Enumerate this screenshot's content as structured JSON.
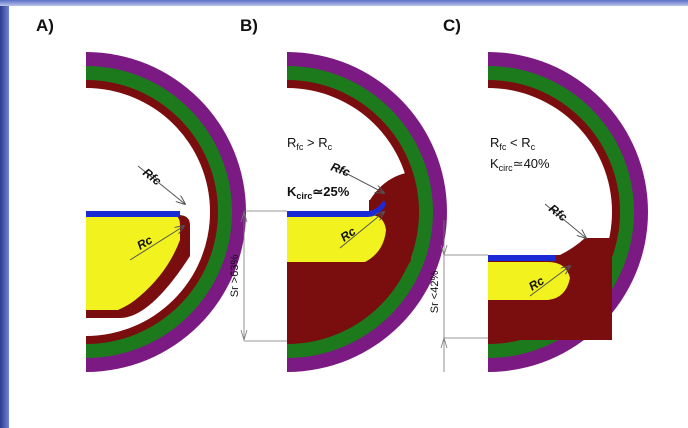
{
  "panels": {
    "a": {
      "letter": "A)",
      "rfc_label": "Rfc",
      "rc_label": "Rc"
    },
    "b": {
      "letter": "B)",
      "relation_main": "R",
      "relation_sub1": "fc",
      "relation_mid": " > R",
      "relation_sub2": "c",
      "k_main": "K",
      "k_sub": "circ",
      "k_value": "≃25%",
      "rfc_label": "Rfc",
      "rc_label": "Rc",
      "sr_label": "Sr >63%"
    },
    "c": {
      "letter": "C)",
      "relation_main": "R",
      "relation_sub1": "fc",
      "relation_mid": " < R",
      "relation_sub2": "c",
      "k_main": "K",
      "k_sub": "circ",
      "k_value": "≃40%",
      "rfc_label": "Rfc",
      "rc_label": "Rc",
      "sr_label": "Sr <42%"
    }
  },
  "colors": {
    "outer_ring": "#7b1a82",
    "middle_ring": "#1c7a1c",
    "inner_ring": "#7a0d0d",
    "fill_dark": "#7a0d0d",
    "fill_yellow": "#f2f21e",
    "surface_line": "#1a2bd6",
    "frame": "#3b4fb0"
  }
}
